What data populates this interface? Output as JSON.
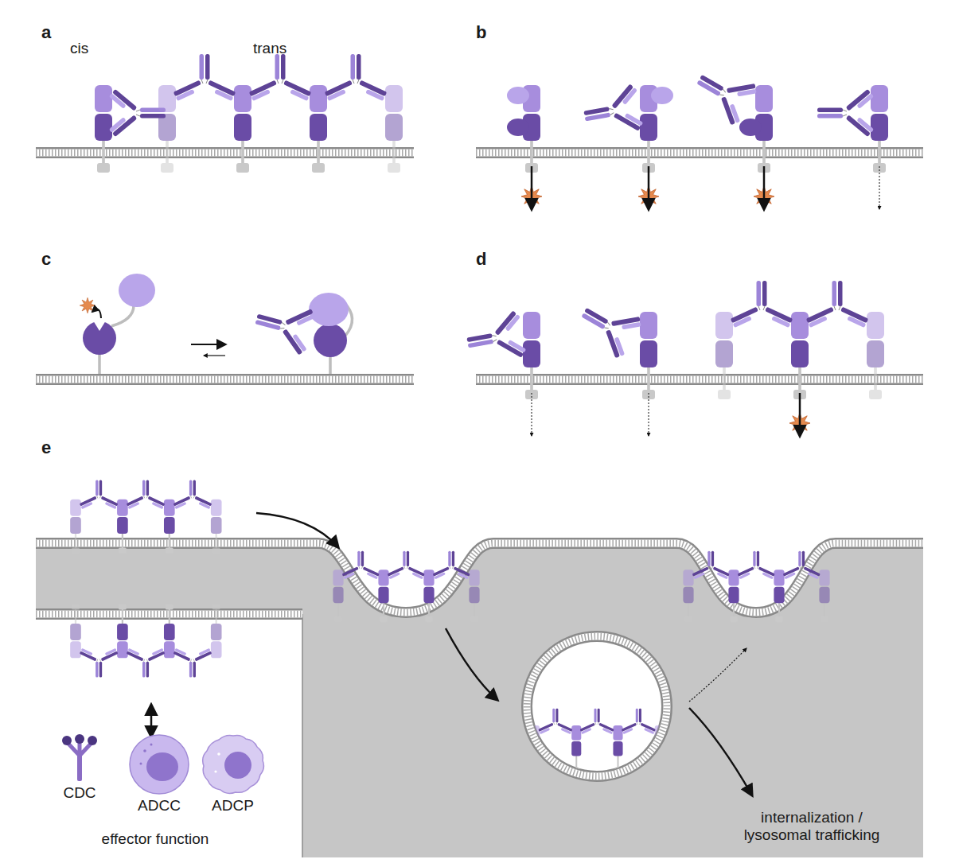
{
  "diagram": {
    "nodes": [
      {
        "text": [
          "CDC"
        ]
      },
      {
        "text": [
          "ADCC"
        ]
      },
      {
        "text": [
          "ADCP"
        ]
      }
    ],
    "labels": [
      "a",
      "cis",
      "trans",
      "b",
      "c",
      "d",
      "e",
      "effector function",
      "internalization / lysosomal trafficking"
    ]
  }
}
